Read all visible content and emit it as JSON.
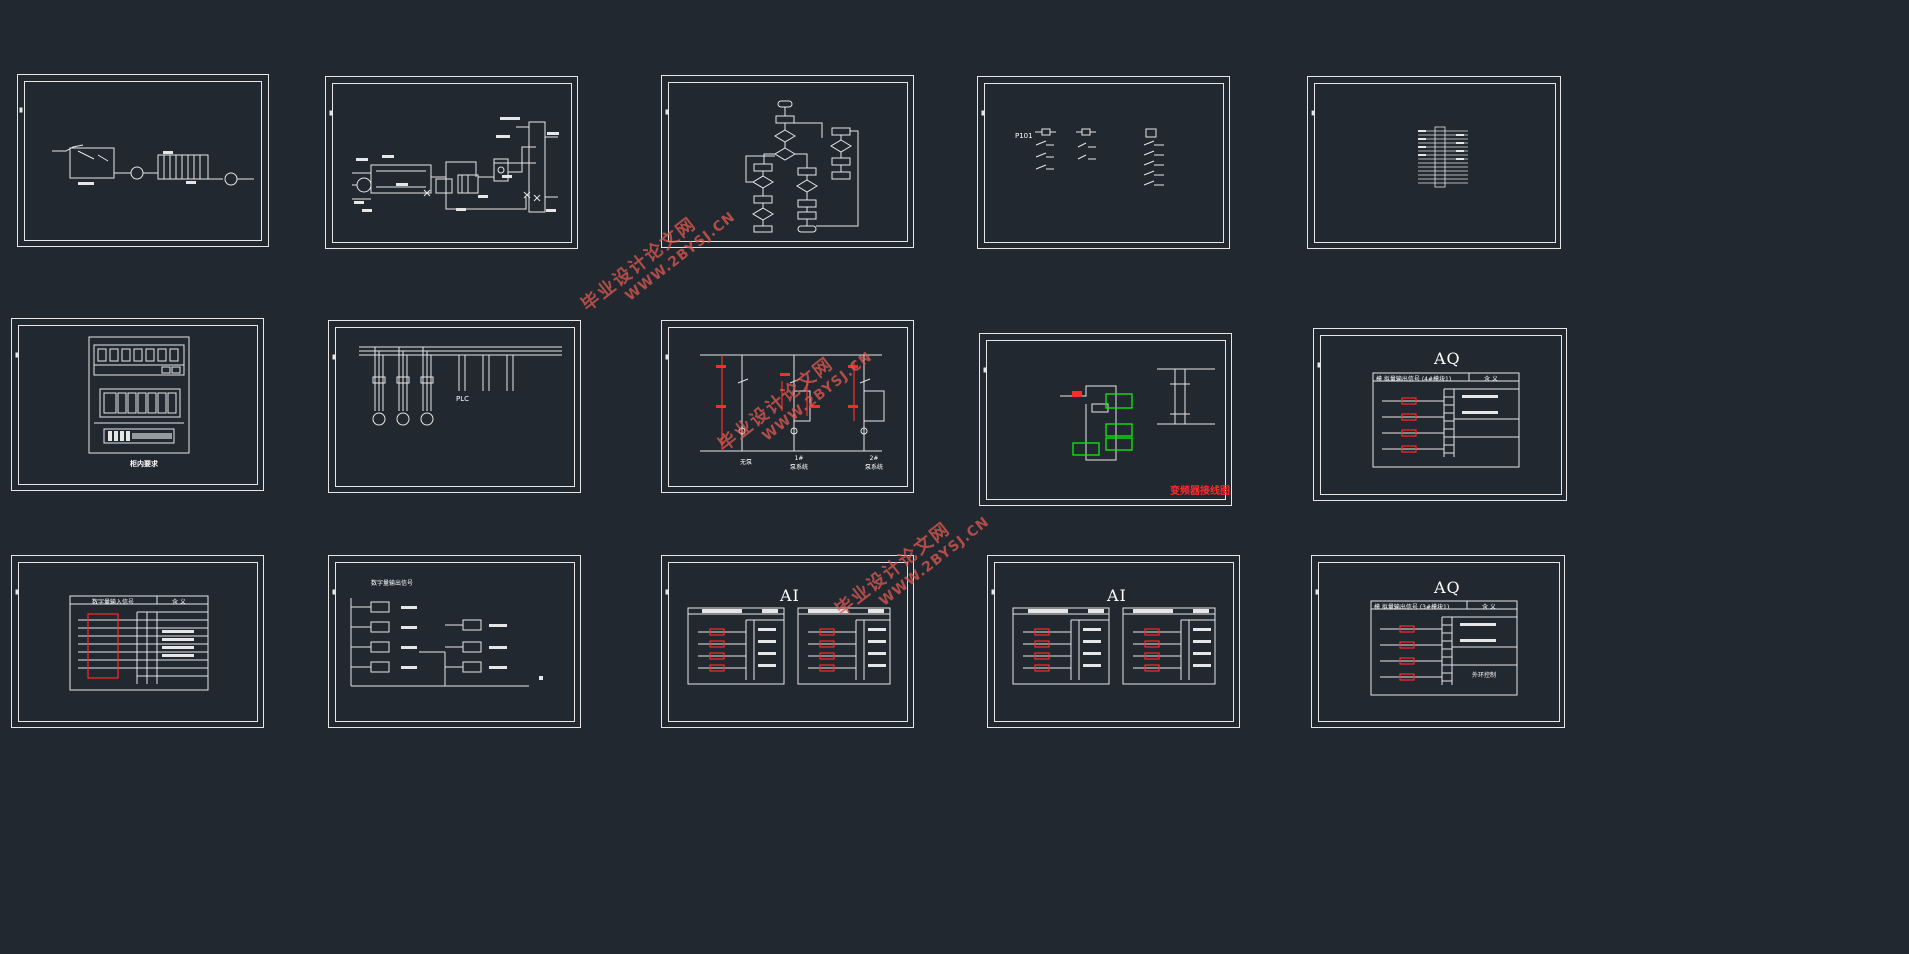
{
  "app": {
    "background": "#212830",
    "stroke": "#e6e6e6",
    "accent_red": "#ff2a2a",
    "accent_green": "#10e010"
  },
  "watermarks": [
    {
      "line1": "毕业设计论文网",
      "line2": "WWW.2BYSJ.CN"
    },
    {
      "line1": "毕业设计论文网",
      "line2": "WWW.2BYSJ.CN"
    },
    {
      "line1": "毕业设计论文网",
      "line2": "WWW.2BYSJ.CN"
    }
  ],
  "sheets": {
    "s1": {
      "kind": "process-flow"
    },
    "s2": {
      "kind": "pid-diagram"
    },
    "s3": {
      "kind": "flowchart"
    },
    "s4": {
      "kind": "relay-contacts",
      "tag": "P101"
    },
    "s5": {
      "kind": "terminal-strip"
    },
    "s6": {
      "kind": "cabinet-layout",
      "caption": "柜内要求"
    },
    "s7": {
      "kind": "main-circuit",
      "plc_label": "PLC"
    },
    "s8": {
      "kind": "control-circuit",
      "bottom_labels": [
        "无泵",
        "1#\n泵系统",
        "2#\n泵系统"
      ]
    },
    "s9": {
      "kind": "green-schematic",
      "caption": "变频器接线图"
    },
    "s10": {
      "kind": "analog-output",
      "title": "AQ",
      "table_header": "模 拟量输出信号 (4#模块1)",
      "col_right": "含 义"
    },
    "s11": {
      "kind": "digital-input",
      "table_header": "数字量输入信号",
      "col_right": "含 义"
    },
    "s12": {
      "kind": "digital-output",
      "title_text": "数字量输出信号"
    },
    "s13": {
      "kind": "analog-input",
      "title": "AI"
    },
    "s14": {
      "kind": "analog-input",
      "title": "AI"
    },
    "s15": {
      "kind": "analog-output",
      "title": "AQ",
      "table_header": "模 拟量输出信号 (3#模块1)",
      "col_right": "含 义",
      "note": "外环控制"
    }
  }
}
